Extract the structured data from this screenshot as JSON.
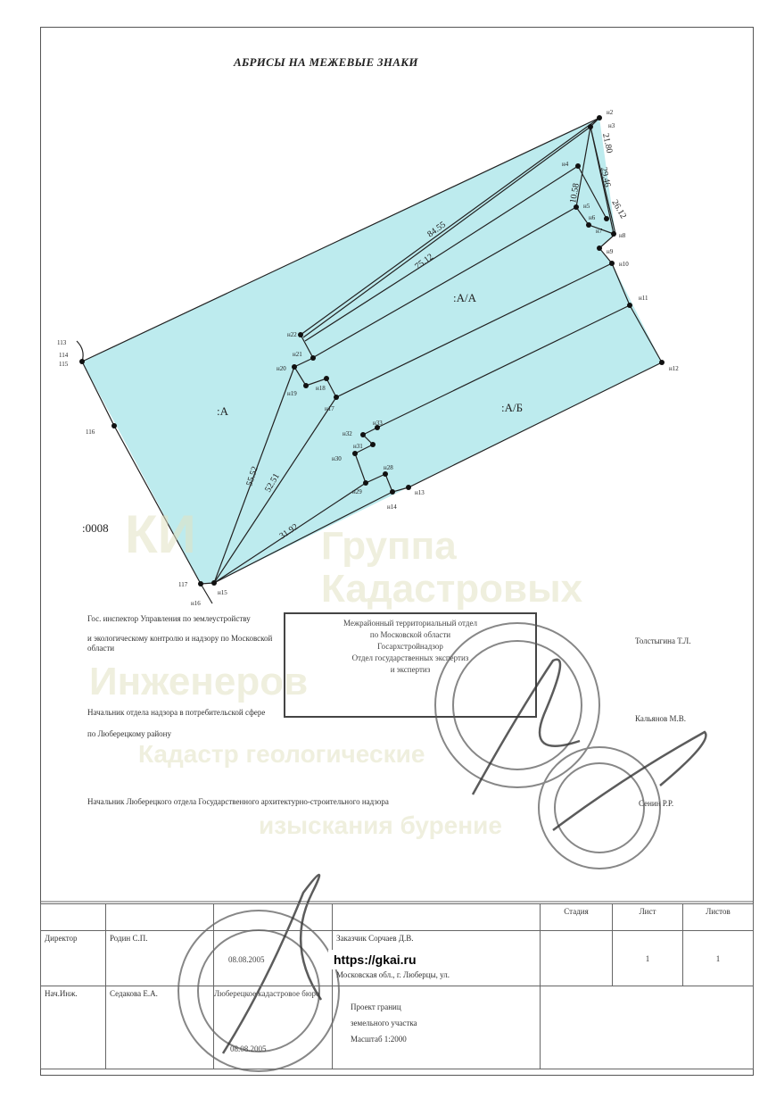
{
  "title": "АБРИСЫ НА МЕЖЕВЫЕ ЗНАКИ",
  "plan": {
    "parcels": [
      ":А",
      ":А/А",
      ":А/Б",
      ":0008"
    ],
    "points": [
      "н2",
      "н3",
      "н4",
      "н5",
      "н6",
      "н7",
      "н8",
      "н9",
      "н10",
      "н11",
      "н12",
      "н13",
      "н14",
      "н15",
      "н17",
      "н18",
      "н19",
      "н20",
      "н21",
      "н22",
      "н28",
      "н29",
      "н30",
      "н31",
      "н32",
      "н33",
      "113",
      "114",
      "115",
      "116",
      "117",
      "н16"
    ],
    "distances": [
      "84.55",
      "75.12",
      "21.80",
      "29.46",
      "26.12",
      "10.58",
      "55.52",
      "52.51",
      "31.92"
    ],
    "fill_color": "#bdebee"
  },
  "signatures": [
    {
      "role": "Гос. инспектор Управления по землеустройству",
      "role2": "и экологическому контролю и надзору по Московской области",
      "name": "Толстыгина Т.Л."
    },
    {
      "role": "Начальник отдела надзора в потребительской сфере",
      "role2": "по Люберецкому району",
      "name": "Кальянов М.В."
    },
    {
      "role": "Начальник Люберецкого отдела Государственного архитектурно-строительного надзора",
      "name": "Сенин Р.Р."
    }
  ],
  "stamp_box": [
    "Межрайонный территориальный отдел",
    "по Московской области",
    "Госархстройнадзор",
    "Отдел государственных экспертиз",
    "и экспертиз"
  ],
  "round_stamps": [
    "08.08.2005",
    "Люберецкое кадастровое бюро",
    "08.08.2005"
  ],
  "title_block": {
    "stage_header": "Стадия",
    "sheet_header": "Лист",
    "sheets_header": "Листов",
    "director_label": "Директор",
    "director_name": "Родин С.П.",
    "customer": "Заказчик Сорчаев Д.В.",
    "address": "Московская обл., г. Люберцы,",
    "address2": "ул.",
    "sheet": "1",
    "sheets": "1",
    "engineer_label": "Нач.Инж.",
    "engineer_name": "Седакова Е.А.",
    "project_1": "Проект границ",
    "project_2": "земельного участка",
    "scale": "Масштаб 1:2000"
  },
  "watermark": {
    "line1": "Группа",
    "line2": "Кадастровых",
    "line3": "Инженеров",
    "line4": "Кадастр геологические",
    "line5": "изыскания бурение",
    "logo": "КИ",
    "url": "https://gkai.ru"
  }
}
